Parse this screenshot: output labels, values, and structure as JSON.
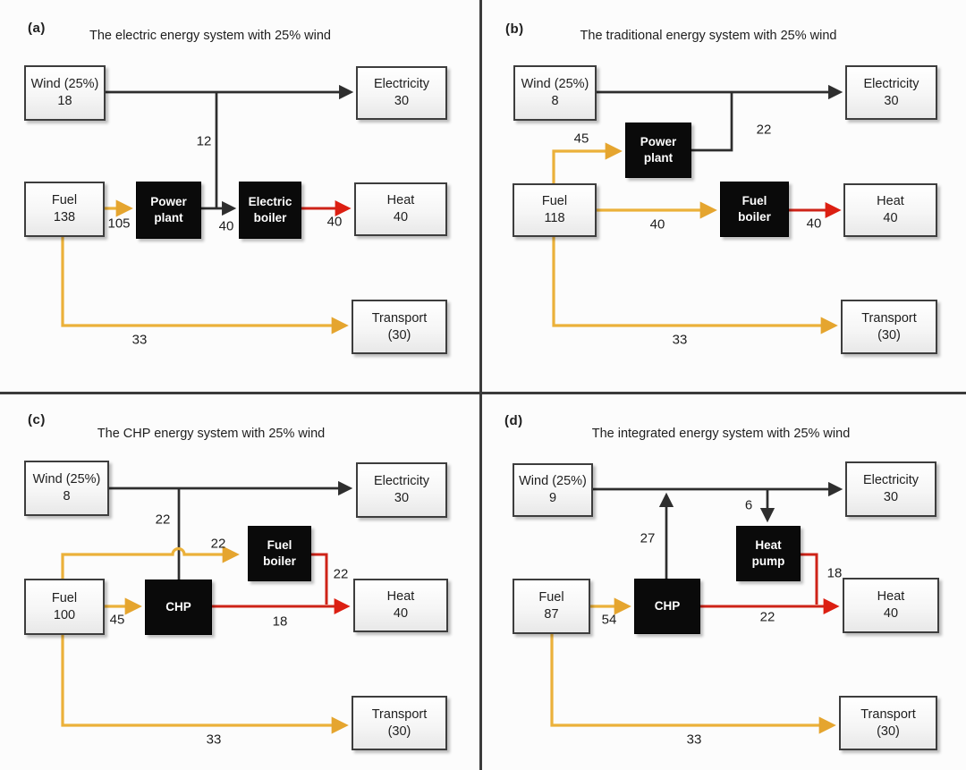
{
  "colors": {
    "electricity_flow": "#2E2E2E",
    "fuel_flow": "#EBB13A",
    "heat_flow": "#CE2318",
    "converter_box_bg": "#0A0A0A",
    "source_box_border": "#3D3D3D"
  },
  "panels": [
    {
      "tag": "(a)",
      "title": "The electric energy system with 25% wind",
      "nodes": {
        "wind": {
          "l1": "Wind (25%)",
          "l2": "18"
        },
        "electricity": {
          "l1": "Electricity",
          "l2": "30"
        },
        "fuel": {
          "l1": "Fuel",
          "l2": "138"
        },
        "power_plant": {
          "l1": "Power",
          "l2": "plant"
        },
        "electric_boiler": {
          "l1": "Electric",
          "l2": "boiler"
        },
        "heat": {
          "l1": "Heat",
          "l2": "40"
        },
        "transport": {
          "l1": "Transport",
          "l2": "(30)"
        }
      },
      "flows": {
        "grid_to_boiler": "12",
        "fuel_to_plant": "105",
        "plant_to_boiler": "40",
        "boiler_to_heat": "40",
        "fuel_to_transport": "33"
      }
    },
    {
      "tag": "(b)",
      "title": "The traditional energy system with 25% wind",
      "nodes": {
        "wind": {
          "l1": "Wind (25%)",
          "l2": "8"
        },
        "electricity": {
          "l1": "Electricity",
          "l2": "30"
        },
        "fuel": {
          "l1": "Fuel",
          "l2": "118"
        },
        "power_plant": {
          "l1": "Power",
          "l2": "plant"
        },
        "fuel_boiler": {
          "l1": "Fuel",
          "l2": "boiler"
        },
        "heat": {
          "l1": "Heat",
          "l2": "40"
        },
        "transport": {
          "l1": "Transport",
          "l2": "(30)"
        }
      },
      "flows": {
        "plant_to_grid": "22",
        "fuel_to_plant": "45",
        "fuel_to_boiler": "40",
        "boiler_to_heat": "40",
        "fuel_to_transport": "33"
      }
    },
    {
      "tag": "(c)",
      "title": "The CHP energy system with 25% wind",
      "nodes": {
        "wind": {
          "l1": "Wind (25%)",
          "l2": "8"
        },
        "electricity": {
          "l1": "Electricity",
          "l2": "30"
        },
        "fuel": {
          "l1": "Fuel",
          "l2": "100"
        },
        "chp": {
          "l1": "CHP",
          "l2": ""
        },
        "fuel_boiler": {
          "l1": "Fuel",
          "l2": "boiler"
        },
        "heat": {
          "l1": "Heat",
          "l2": "40"
        },
        "transport": {
          "l1": "Transport",
          "l2": "(30)"
        }
      },
      "flows": {
        "chp_to_grid": "22",
        "fuel_to_boiler": "22",
        "boiler_to_heat": "22",
        "fuel_to_chp": "45",
        "chp_to_heat": "18",
        "fuel_to_transport": "33"
      }
    },
    {
      "tag": "(d)",
      "title": "The integrated energy system with 25% wind",
      "nodes": {
        "wind": {
          "l1": "Wind (25%)",
          "l2": "9"
        },
        "electricity": {
          "l1": "Electricity",
          "l2": "30"
        },
        "fuel": {
          "l1": "Fuel",
          "l2": "87"
        },
        "chp": {
          "l1": "CHP",
          "l2": ""
        },
        "heat_pump": {
          "l1": "Heat",
          "l2": "pump"
        },
        "heat": {
          "l1": "Heat",
          "l2": "40"
        },
        "transport": {
          "l1": "Transport",
          "l2": "(30)"
        }
      },
      "flows": {
        "chp_to_grid": "27",
        "grid_to_heat_pump": "6",
        "fuel_to_chp": "54",
        "chp_to_heat": "22",
        "heat_pump_to_heat": "18",
        "fuel_to_transport": "33"
      }
    }
  ]
}
